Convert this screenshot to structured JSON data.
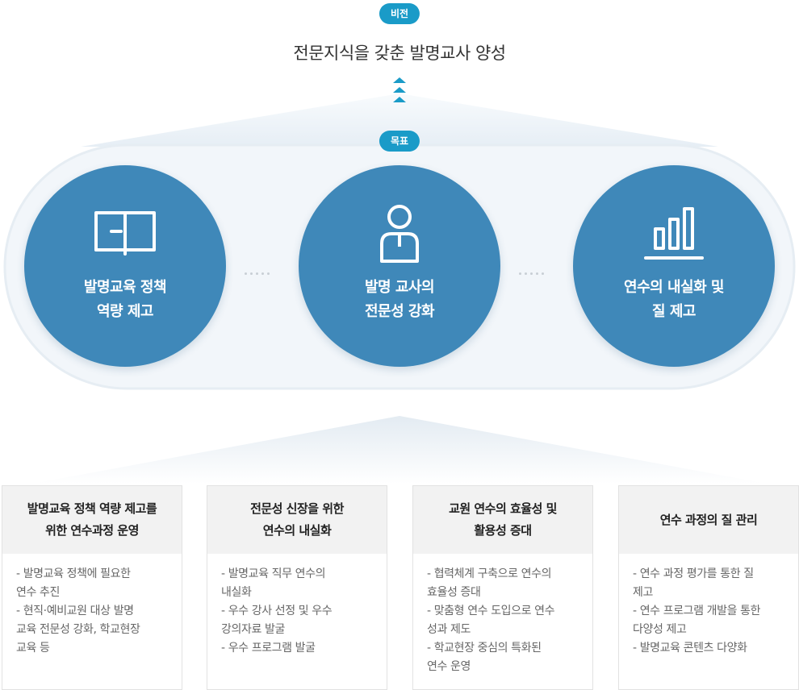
{
  "vision": {
    "badge": "비전",
    "text": "전문지식을 갖춘 발명교사 양성"
  },
  "goal": {
    "badge": "목표",
    "items": [
      {
        "icon": "book-icon",
        "lines": [
          "발명교육 정책",
          "역량 제고"
        ]
      },
      {
        "icon": "user-icon",
        "lines": [
          "발명 교사의",
          "전문성 강화"
        ]
      },
      {
        "icon": "bar-chart-icon",
        "lines": [
          "연수의 내실화 및",
          "질 제고"
        ]
      }
    ]
  },
  "tasks": [
    {
      "title": [
        "발명교육 정책 역량 제고를",
        "위한 연수과정 운영"
      ],
      "lines": [
        "- 발명교육 정책에 필요한",
        "연수 추진",
        "- 현직·예비교원 대상 발명",
        "교육 전문성 강화, 학교현장",
        "교육 등"
      ]
    },
    {
      "title": [
        "전문성 신장을 위한",
        "연수의 내실화"
      ],
      "lines": [
        "- 발명교육 직무 연수의",
        "내실화",
        "- 우수 강사 선정 및 우수",
        "강의자료 발굴",
        "- 우수 프로그램 발굴"
      ]
    },
    {
      "title": [
        "교원 연수의 효율성 및",
        "활용성 증대"
      ],
      "lines": [
        "- 협력체계 구축으로 연수의",
        "효율성 증대",
        "- 맞춤형 연수 도입으로 연수",
        "성과 제도",
        "- 학교현장 중심의 특화된",
        "연수 운영"
      ]
    },
    {
      "title": [
        "연수 과정의 질 관리"
      ],
      "lines": [
        "- 연수 과정 평가를 통한 질",
        "제고",
        "- 연수 프로그램 개발을 통한",
        "다양성 제고",
        "- 발명교육 콘텐츠 다양화"
      ]
    }
  ],
  "colors": {
    "badge": "#1a9bc8",
    "circle": "#3f88b9",
    "band": "#f2f6fa",
    "box_head": "#f2f2f2"
  }
}
